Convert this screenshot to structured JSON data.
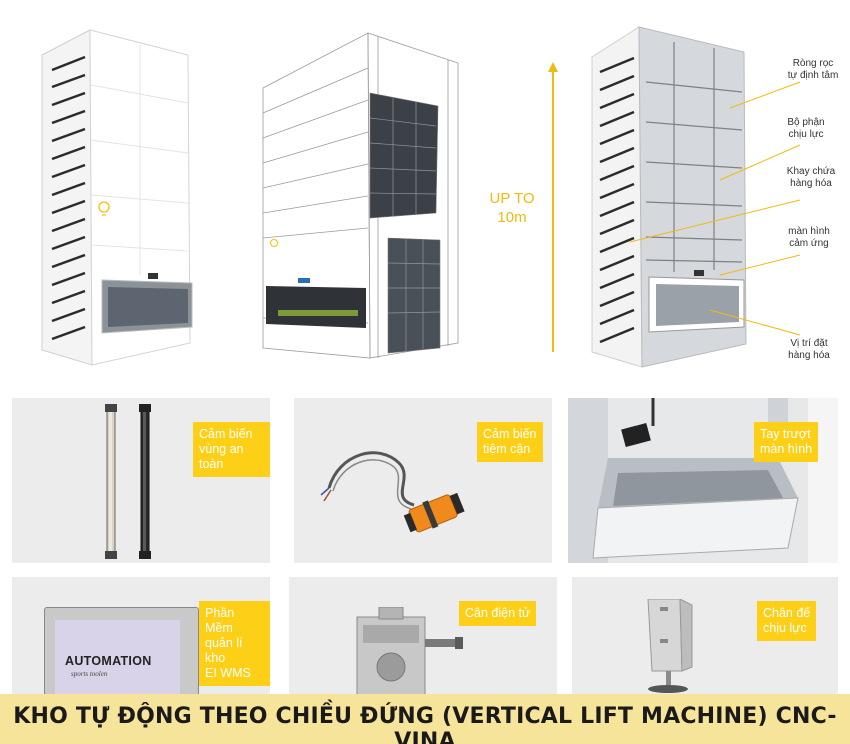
{
  "hero": {
    "height_label_line1": "UP TO",
    "height_label_line2": "10m",
    "callouts": [
      {
        "line1": "Ròng rọc",
        "line2": "tự định tâm"
      },
      {
        "line1": "Bộ phận",
        "line2": "chịu lực"
      },
      {
        "line1": "Khay chứa",
        "line2": "hàng hóa"
      },
      {
        "line1": "màn hình",
        "line2": "cảm ứng"
      },
      {
        "line1": "Vị trí đặt",
        "line2": "hàng hóa"
      }
    ]
  },
  "components": [
    {
      "line1": "Cảm biến",
      "line2": "vùng an toàn",
      "line3": ""
    },
    {
      "line1": "Cảm biến",
      "line2": "tiệm cận",
      "line3": ""
    },
    {
      "line1": "Tay trượt",
      "line2": "màn hình",
      "line3": ""
    },
    {
      "line1": "Phần Mềm",
      "line2": "quản lí kho",
      "line3": "EI WMS"
    },
    {
      "line1": "Cân điện tử",
      "line2": "",
      "line3": ""
    },
    {
      "line1": "Chân đế",
      "line2": "chịu lực",
      "line3": ""
    }
  ],
  "screen_brand": "AUTOMATION",
  "screen_sub": "sports toolen",
  "banner_title": "KHO TỰ ĐỘNG THEO CHIỀU ĐỨNG (VERTICAL LIFT MACHINE) CNC-VINA",
  "colors": {
    "accent": "#fdd017",
    "banner": "#f6e49a",
    "tile": "#ececec"
  }
}
